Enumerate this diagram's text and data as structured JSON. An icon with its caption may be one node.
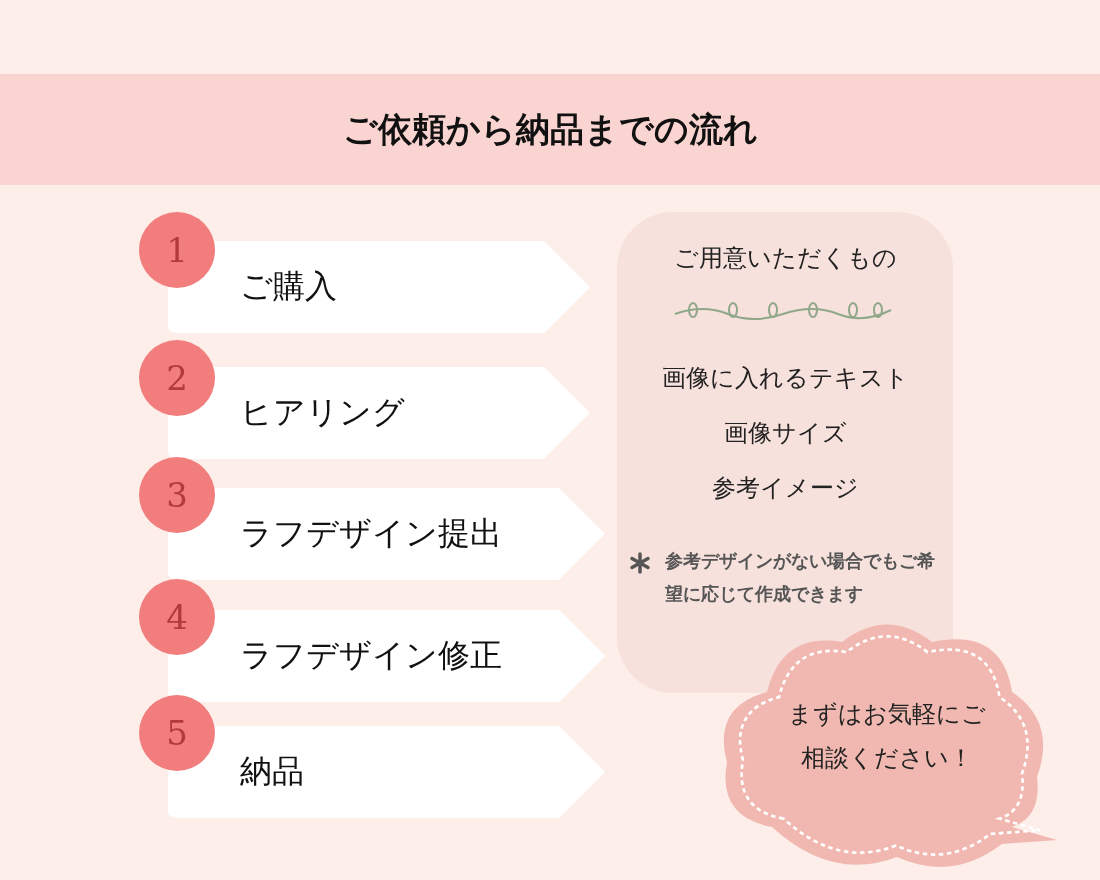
{
  "diagram": {
    "title": "ご依頼から納品までの流れ",
    "nodes": [
      {
        "text": [
          "1"
        ]
      },
      {
        "text": [
          "ご購入"
        ]
      },
      {
        "text": [
          "2"
        ]
      },
      {
        "text": [
          "ヒアリング"
        ]
      },
      {
        "text": [
          "3"
        ]
      },
      {
        "text": [
          "ラフデザイン提出"
        ]
      },
      {
        "text": [
          "4"
        ]
      },
      {
        "text": [
          "ラフデザイン修正"
        ]
      },
      {
        "text": [
          "5"
        ]
      },
      {
        "text": [
          "納品"
        ]
      },
      {
        "text": [
          "ご用意いただくもの",
          "画像に入れるテキスト",
          "画像サイズ",
          "参考イメージ",
          "参考デザインがない場合でもご希望に応じて作成できます"
        ]
      },
      {
        "text": [
          "まずはお気軽にご相談ください！"
        ]
      }
    ]
  }
}
